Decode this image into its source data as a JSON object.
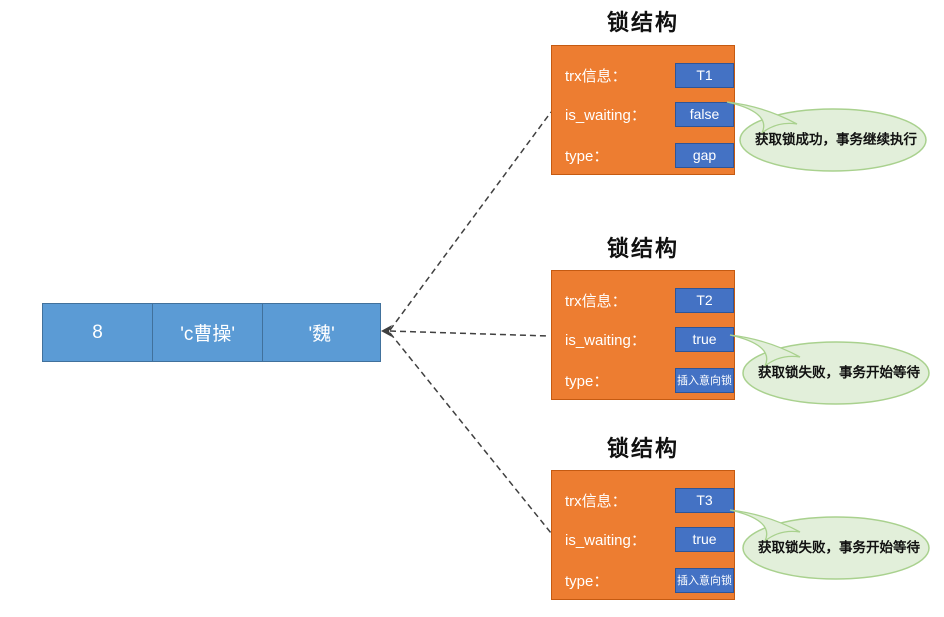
{
  "record": {
    "cells": [
      "8",
      "'c曹操'",
      "'魏'"
    ]
  },
  "lock_structures": [
    {
      "title": "锁结构",
      "rows": [
        {
          "label": "trx信息：",
          "value": "T1"
        },
        {
          "label": "is_waiting：",
          "value": "false"
        },
        {
          "label": "type：",
          "value": "gap"
        }
      ],
      "annotation": "获取锁成功，事务继续执行"
    },
    {
      "title": "锁结构",
      "rows": [
        {
          "label": "trx信息：",
          "value": "T2"
        },
        {
          "label": "is_waiting：",
          "value": "true"
        },
        {
          "label": "type：",
          "value": "插入意向锁"
        }
      ],
      "annotation": "获取锁失败，事务开始等待"
    },
    {
      "title": "锁结构",
      "rows": [
        {
          "label": "trx信息：",
          "value": "T3"
        },
        {
          "label": "is_waiting：",
          "value": "true"
        },
        {
          "label": "type：",
          "value": "插入意向锁"
        }
      ],
      "annotation": "获取锁失败，事务开始等待"
    }
  ],
  "colors": {
    "lock_box": "#ED7D31",
    "lock_box_border": "#C55A11",
    "value_button": "#4472C4",
    "value_button_border": "#2F5597",
    "record_box": "#5B9BD5",
    "record_box_border": "#41719C",
    "bubble_fill": "#E2EFDA",
    "bubble_border": "#A9D18E",
    "connector": "#3F3F3F"
  }
}
